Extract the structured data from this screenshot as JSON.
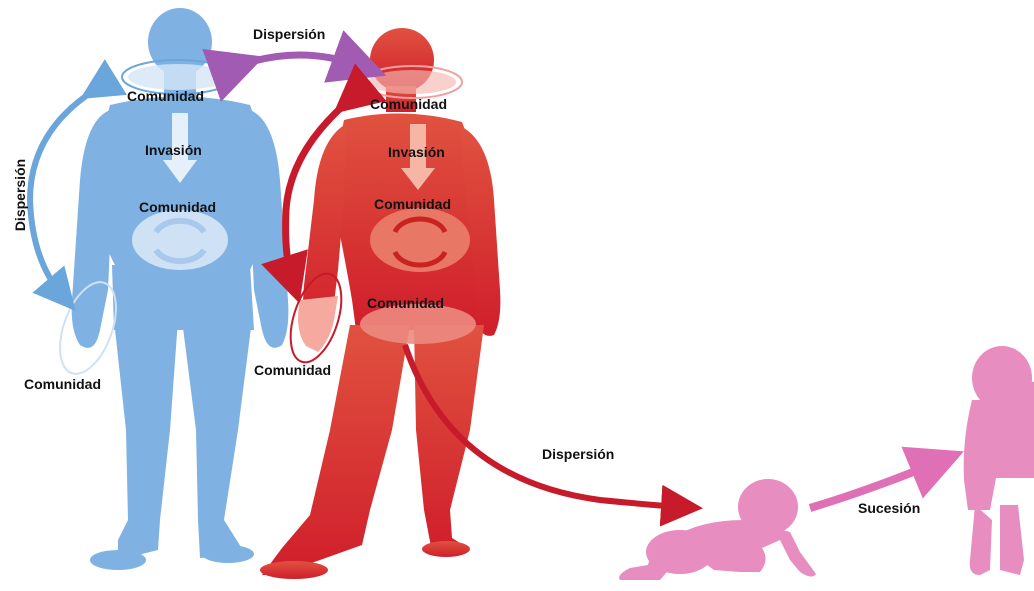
{
  "labels": {
    "dispersion_top": "Dispersión",
    "dispersion_left": "Dispersión",
    "dispersion_bottom": "Dispersión",
    "comunidad_blue_head": "Comunidad",
    "invasion_blue": "Invasión",
    "comunidad_blue_belly": "Comunidad",
    "comunidad_blue_hand": "Comunidad",
    "comunidad_red_head": "Comunidad",
    "invasion_red": "Invasión",
    "comunidad_red_belly": "Comunidad",
    "comunidad_red_hip": "Comunidad",
    "comunidad_red_hand": "Comunidad",
    "sucesion": "Sucesión"
  },
  "colors": {
    "blue_figure": "#7fb2e3",
    "red_figure": "#d92a2a",
    "pink_figure": "#e88dc0",
    "purple_arrow": "#a25bb2",
    "blue_arrow": "#6aa5dc",
    "red_arrow": "#c71a2a",
    "pink_arrow": "#e070b6"
  }
}
